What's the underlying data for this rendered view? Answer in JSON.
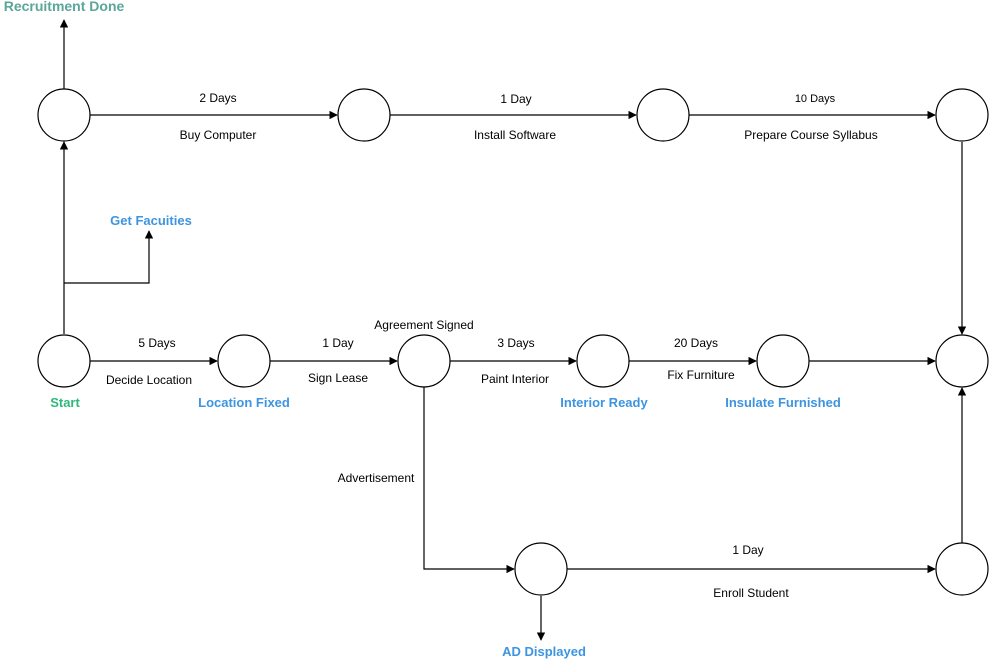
{
  "colors": {
    "line": "#000000",
    "node_fill": "#ffffff",
    "green": "#2eb87a",
    "teal": "#5aa69a",
    "blue": "#3d94e0"
  },
  "milestones": {
    "recruitment_done": "Recruitment Done",
    "get_facilities": "Get Facuities",
    "start": "Start",
    "location_fixed": "Location Fixed",
    "interior_ready": "Interior Ready",
    "insulate_furnished": "Insulate Furnished",
    "ad_displayed": "AD Displayed"
  },
  "activities": {
    "buy_computer": {
      "duration": "2 Days",
      "name": "Buy Computer"
    },
    "install_software": {
      "duration": "1 Day",
      "name": "Install Software"
    },
    "prepare_syllabus": {
      "duration": "10 Days",
      "name": "Prepare Course Syllabus"
    },
    "decide_location": {
      "duration": "5 Days",
      "name": "Decide Location"
    },
    "sign_lease": {
      "duration": "1 Day",
      "name": "Sign Lease"
    },
    "paint_interior": {
      "duration": "3 Days",
      "name": "Paint Interior"
    },
    "fix_furniture": {
      "duration": "20 Days",
      "name": "Fix Furniture"
    },
    "enroll_student": {
      "duration": "1 Day",
      "name": "Enroll Student"
    }
  },
  "notes": {
    "agreement_signed": "Agreement Signed",
    "advertisement": "Advertisement"
  }
}
